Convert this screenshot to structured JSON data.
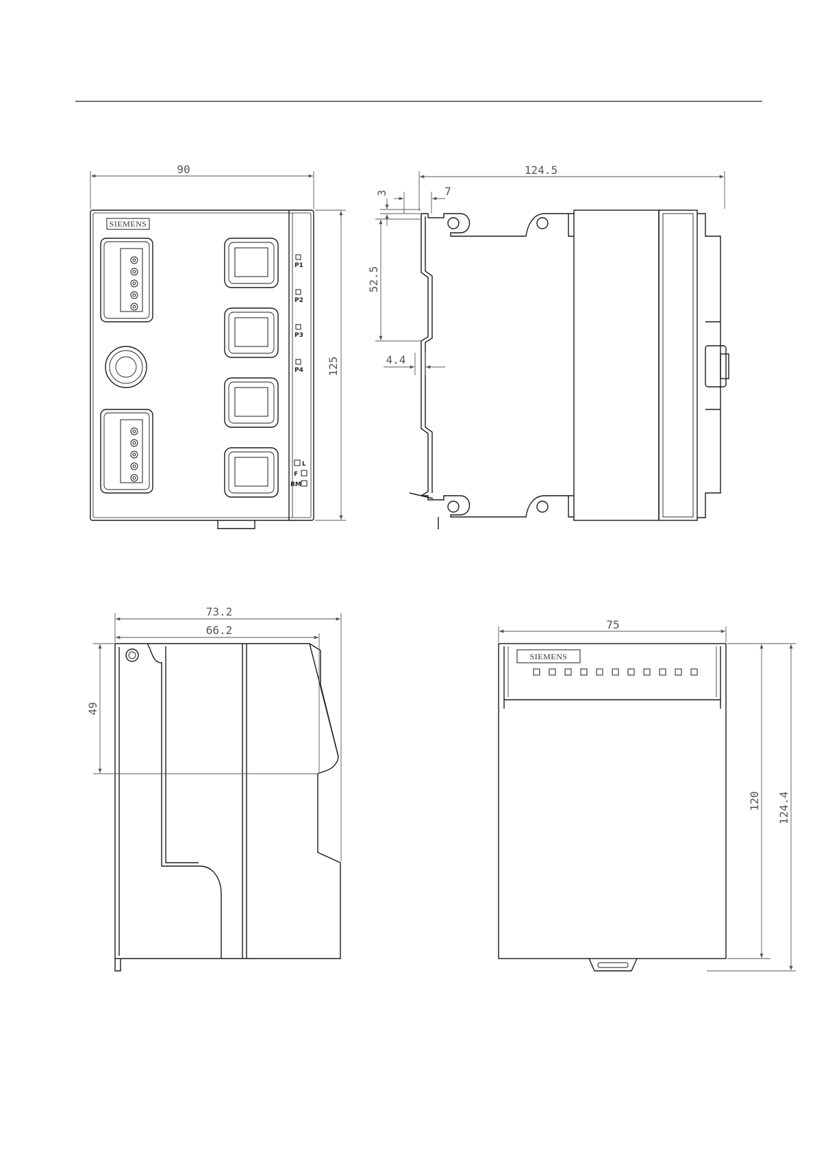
{
  "colors": {
    "line": "#1a1a1a",
    "dim": "#555555",
    "rule": "#222222"
  },
  "brand": "SIEMENS",
  "front_view": {
    "dims": {
      "width": "90",
      "height": "125"
    },
    "port_labels": [
      "P1",
      "P2",
      "P3",
      "P4"
    ],
    "status_leds": [
      "L",
      "F",
      "RM"
    ]
  },
  "side_view_right": {
    "dims": {
      "depth": "124.5",
      "offset_top": "3",
      "offset_hook": "7",
      "rail_height": "52.5",
      "rail_gap": "4.4"
    }
  },
  "side_view_left": {
    "dims": {
      "outer_width": "73.2",
      "inner_width": "66.2",
      "height": "49"
    }
  },
  "top_view": {
    "dims": {
      "width": "75",
      "height_inner": "120",
      "height_outer": "124.4"
    },
    "led_count": 11
  }
}
